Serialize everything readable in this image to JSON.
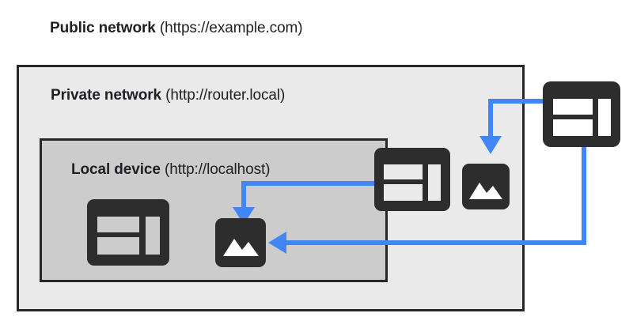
{
  "diagram": {
    "title": "Public network (https://example.com)",
    "zones": [
      {
        "id": "public",
        "name_bold": "Public network",
        "url": " (https://example.com)",
        "fill": "#ffffff"
      },
      {
        "id": "private",
        "name_bold": "Private network",
        "url": " (http://router.local)",
        "fill": "#eaeaea"
      },
      {
        "id": "local",
        "name_bold": "Local device",
        "url": " (http://localhost)",
        "fill": "#cccccc"
      }
    ],
    "nodes": [
      {
        "id": "browser-local",
        "icon": "browser-window-icon",
        "zone": "local",
        "cutout_color": "#cccccc"
      },
      {
        "id": "image-local",
        "icon": "image-photo-icon",
        "zone": "local",
        "cutout_color": "#ffffff"
      },
      {
        "id": "browser-router",
        "icon": "browser-window-icon",
        "zone": "private",
        "cutout_color": "#eaeaea"
      },
      {
        "id": "image-router",
        "icon": "image-photo-icon",
        "zone": "private",
        "cutout_color": "#ffffff"
      },
      {
        "id": "browser-public",
        "icon": "browser-window-icon",
        "zone": "public",
        "cutout_color": "#ffffff"
      }
    ],
    "arrows": [
      {
        "id": "arrow-router-browser-to-local-image",
        "from": "browser-router",
        "to": "image-local",
        "direction": "down"
      },
      {
        "id": "arrow-public-browser-to-router-image",
        "from": "browser-public",
        "to": "image-router",
        "direction": "down"
      },
      {
        "id": "arrow-public-browser-to-local-image",
        "from": "browser-public",
        "to": "image-local",
        "direction": "left"
      }
    ],
    "colors": {
      "arrow": "#4285f4",
      "icon_dark": "#2d2d2d",
      "border": "#272727",
      "text": "#202124",
      "public_bg": "#ffffff",
      "private_bg": "#eaeaea",
      "local_bg": "#cccccc"
    }
  }
}
